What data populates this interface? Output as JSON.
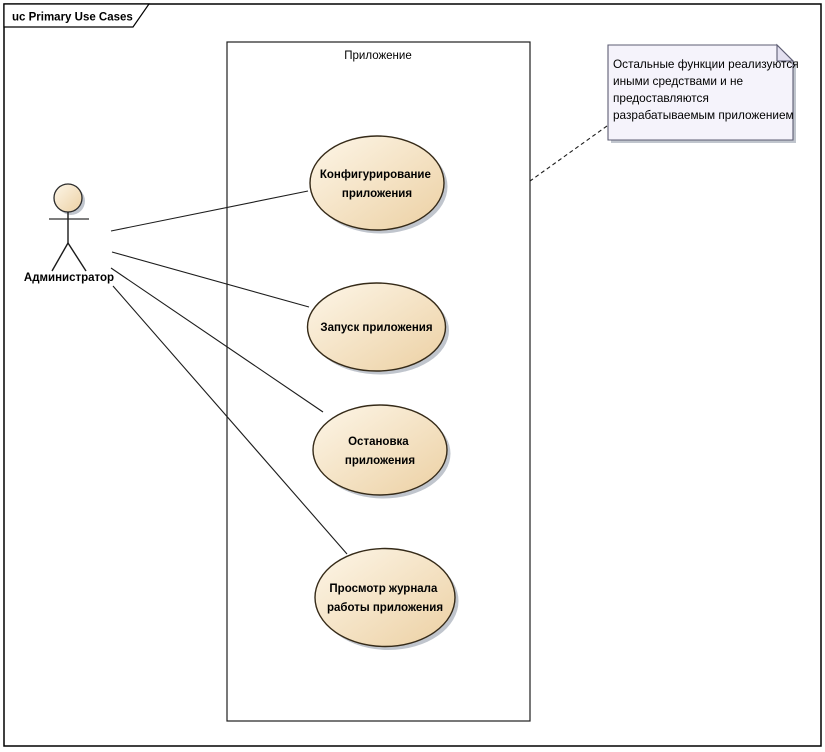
{
  "frame": {
    "tab_label": "uc Primary Use Cases"
  },
  "system_boundary": {
    "label": "Приложение"
  },
  "actor": {
    "label": "Администратор"
  },
  "use_cases": [
    {
      "id": "configure-application",
      "lines": [
        "Конфигурирование",
        "приложения"
      ]
    },
    {
      "id": "start-application",
      "lines": [
        "Запуск приложения"
      ]
    },
    {
      "id": "stop-application",
      "lines": [
        "Остановка",
        "приложения"
      ]
    },
    {
      "id": "view-application-log",
      "lines": [
        "Просмотр журнала",
        "работы приложения"
      ]
    }
  ],
  "note": {
    "lines": [
      "Остальные функции реализуются",
      "иными средствами и не",
      "предоставляются",
      "разрабатываемым приложением"
    ]
  },
  "colors": {
    "uc_fill_light": "#fdf6e8",
    "uc_fill_dark": "#ecd0a3",
    "uc_stroke": "#352a18",
    "shadow": "#c0c5cd",
    "note_fill": "#f5f3fb",
    "note_fold_fill": "#e3e0f0",
    "note_stroke": "#5d5d73",
    "note_text": "#21204b",
    "line": "#1c1c1c"
  }
}
